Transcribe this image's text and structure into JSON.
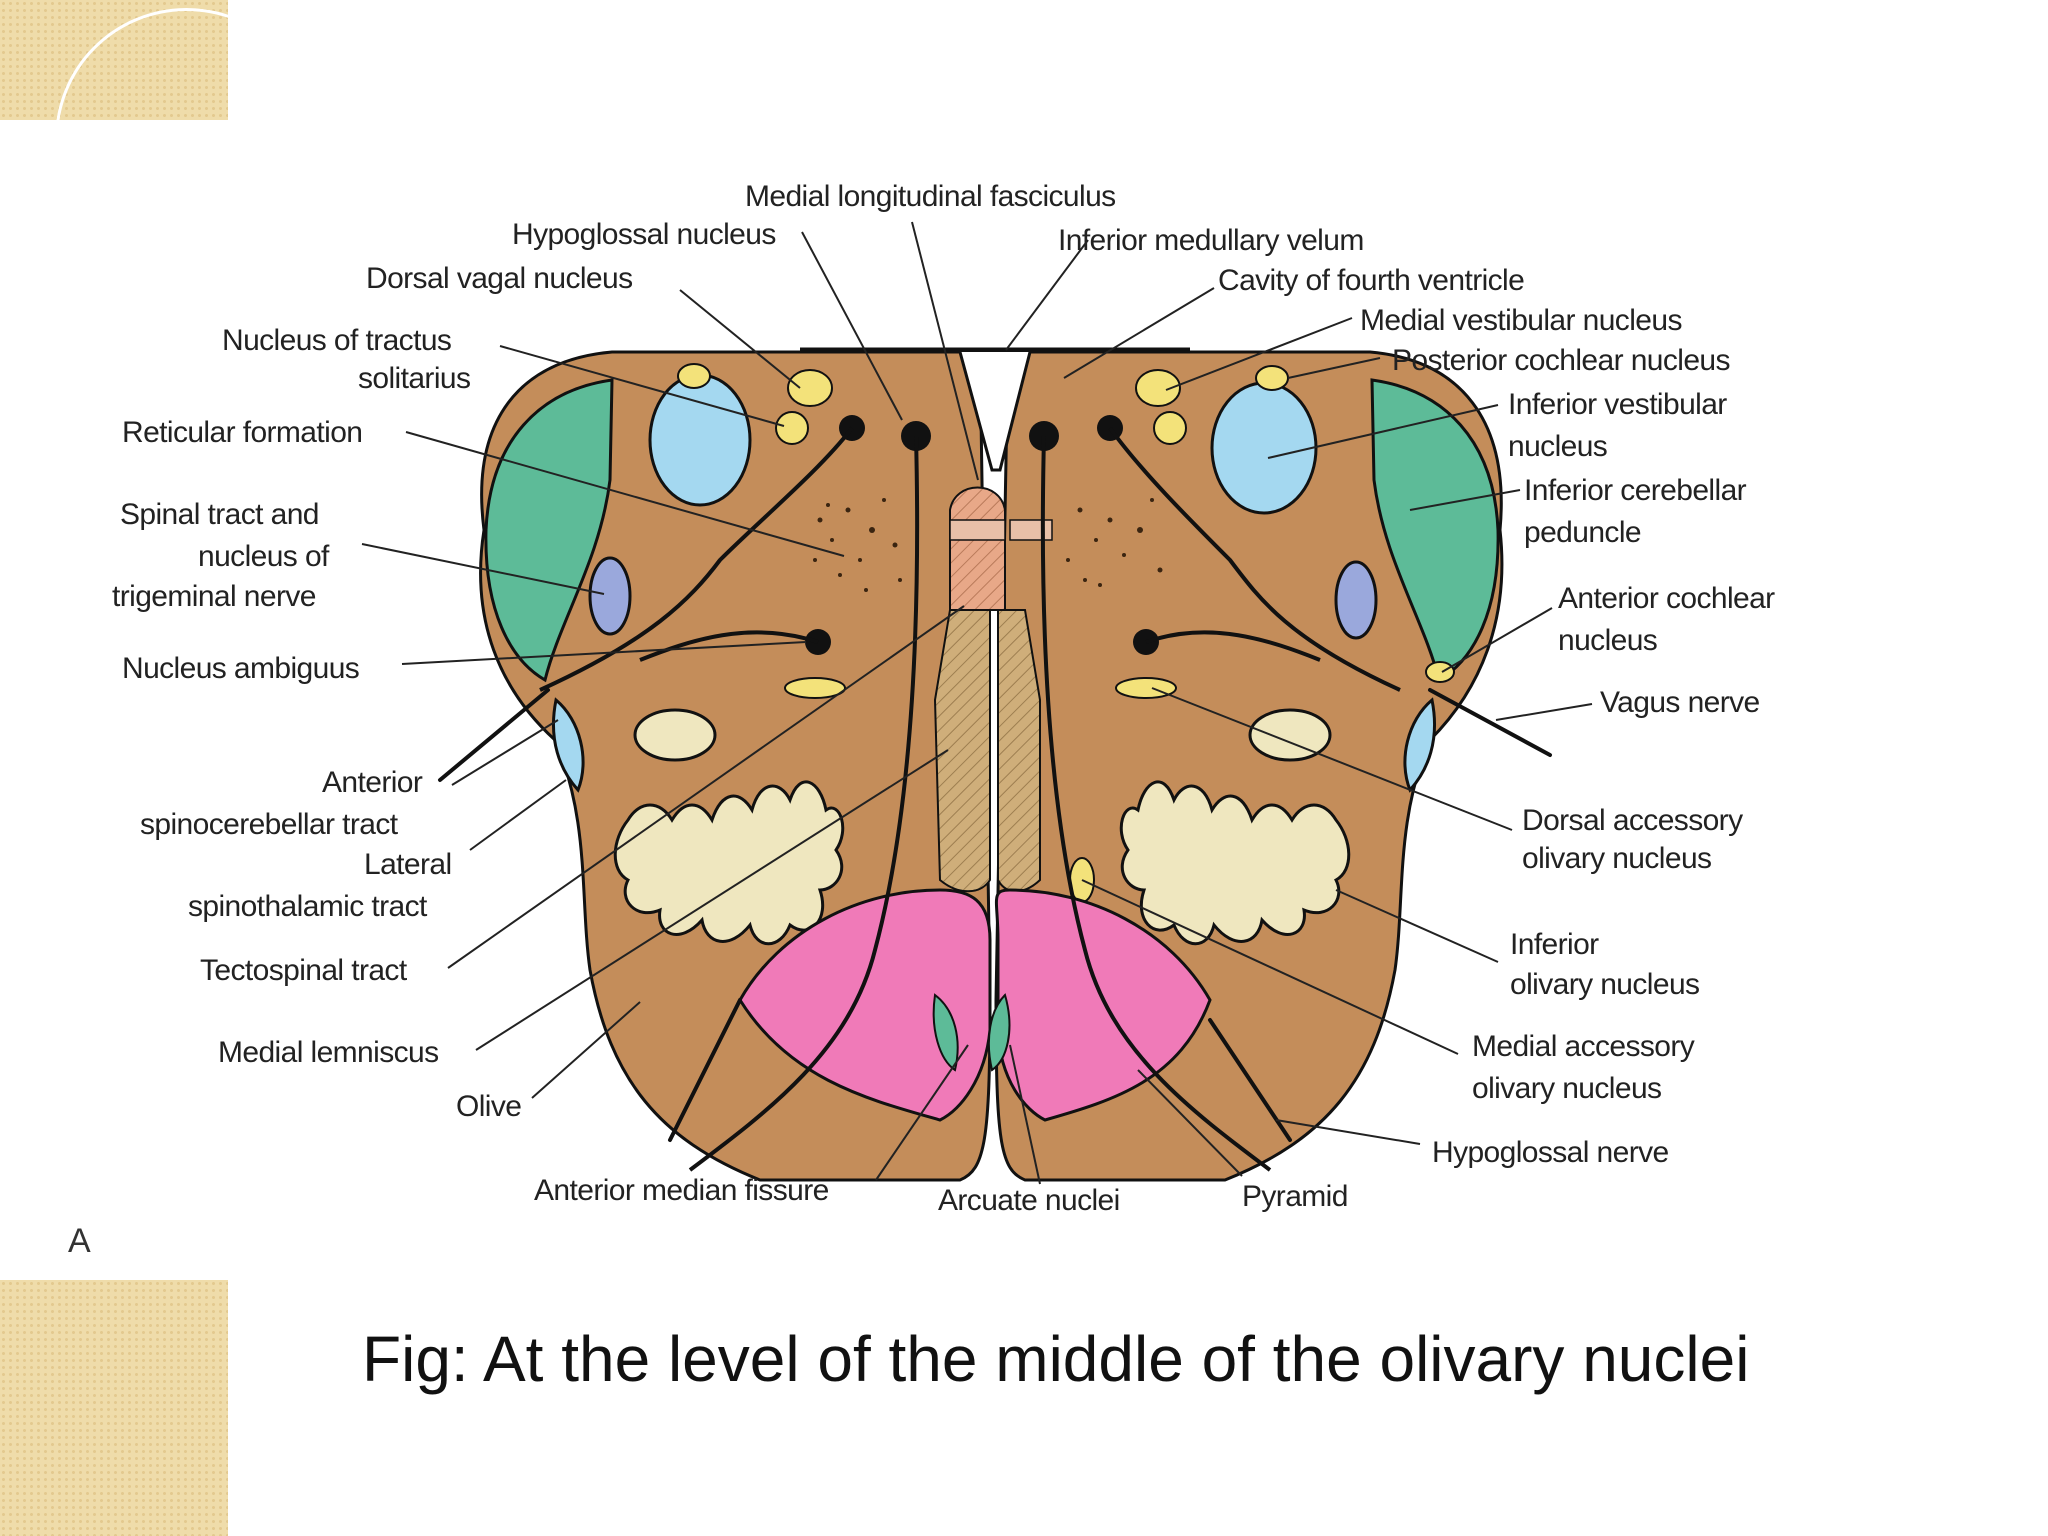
{
  "labels": {
    "medial_longitudinal_fasciculus": "Medial longitudinal fasciculus",
    "hypoglossal_nucleus": "Hypoglossal nucleus",
    "dorsal_vagal_nucleus": "Dorsal vagal nucleus",
    "nucleus_tractus_1": "Nucleus of tractus",
    "nucleus_tractus_2": "solitarius",
    "reticular_formation": "Reticular formation",
    "spinal_tract_1": "Spinal tract and",
    "spinal_tract_2": "nucleus of",
    "spinal_tract_3": "trigeminal nerve",
    "nucleus_ambiguus": "Nucleus ambiguus",
    "anterior_spinocerebellar_1": "Anterior",
    "anterior_spinocerebellar_2": "spinocerebellar tract",
    "lateral_spinothalamic_1": "Lateral",
    "lateral_spinothalamic_2": "spinothalamic tract",
    "tectospinal_tract": "Tectospinal tract",
    "medial_lemniscus": "Medial lemniscus",
    "olive": "Olive",
    "anterior_median_fissure": "Anterior median fissure",
    "arcuate_nuclei": "Arcuate nuclei",
    "pyramid": "Pyramid",
    "inferior_medullary_velum": "Inferior medullary velum",
    "cavity_fourth_ventricle": "Cavity of fourth ventricle",
    "medial_vestibular_nucleus": "Medial vestibular nucleus",
    "posterior_cochlear_nucleus": "Posterior cochlear nucleus",
    "inferior_vestibular_1": "Inferior vestibular",
    "inferior_vestibular_2": "nucleus",
    "inferior_cerebellar_1": "Inferior cerebellar",
    "inferior_cerebellar_2": "peduncle",
    "anterior_cochlear_1": "Anterior cochlear",
    "anterior_cochlear_2": "nucleus",
    "vagus_nerve": "Vagus nerve",
    "dorsal_accessory_1": "Dorsal accessory",
    "dorsal_accessory_2": "olivary nucleus",
    "inferior_olivary_1": "Inferior",
    "inferior_olivary_2": "olivary nucleus",
    "medial_accessory_1": "Medial accessory",
    "medial_accessory_2": "olivary nucleus",
    "hypoglossal_nerve": "Hypoglossal nerve"
  },
  "panel_letter": "A",
  "caption": "Fig: At the level of the middle of the olivary nuclei",
  "colors": {
    "tissue": "#c48d5a",
    "peduncle": "#5dbb98",
    "vestibular": "#a4d8f0",
    "pyramid": "#f07ab8",
    "olivary": "#efe7bf",
    "nucleus_yellow": "#f3e27a",
    "trigeminal": "#9aa8dc",
    "lemniscus": "#cfae7a",
    "mlf": "#e8a888"
  }
}
